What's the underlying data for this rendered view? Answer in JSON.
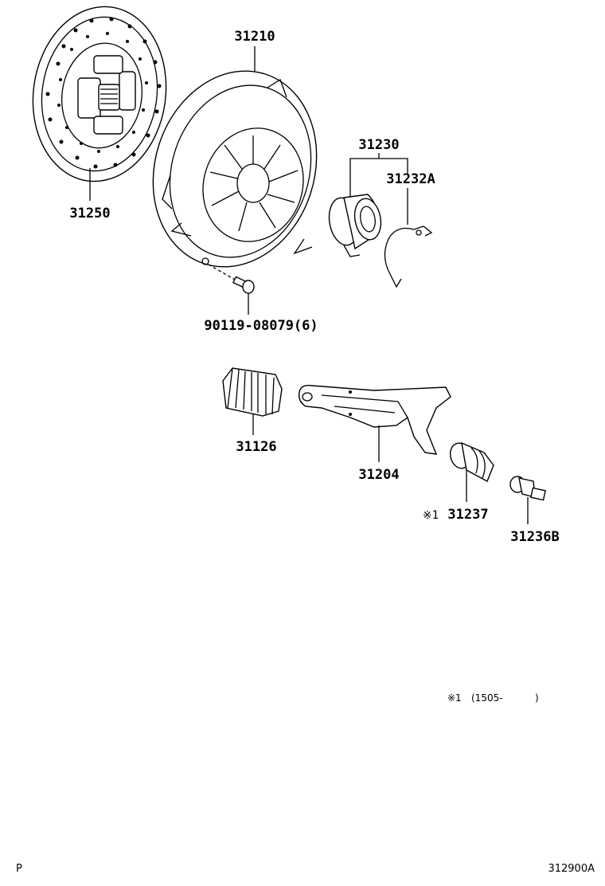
{
  "labels": {
    "clutch_disc": "31250",
    "clutch_cover": "31210",
    "release_bearing_assy": "31230",
    "bearing_clip": "31232A",
    "cover_bolt": "90119-08079(6)",
    "fork_boot": "31126",
    "release_fork": "31204",
    "fork_support_boot_mark": "※1",
    "fork_support_boot": "31237",
    "fork_pivot": "31236B"
  },
  "footnote": {
    "mark": "※1",
    "range": "(1505-",
    "close": ")"
  },
  "corner": {
    "left": "P",
    "right": "312900A"
  }
}
